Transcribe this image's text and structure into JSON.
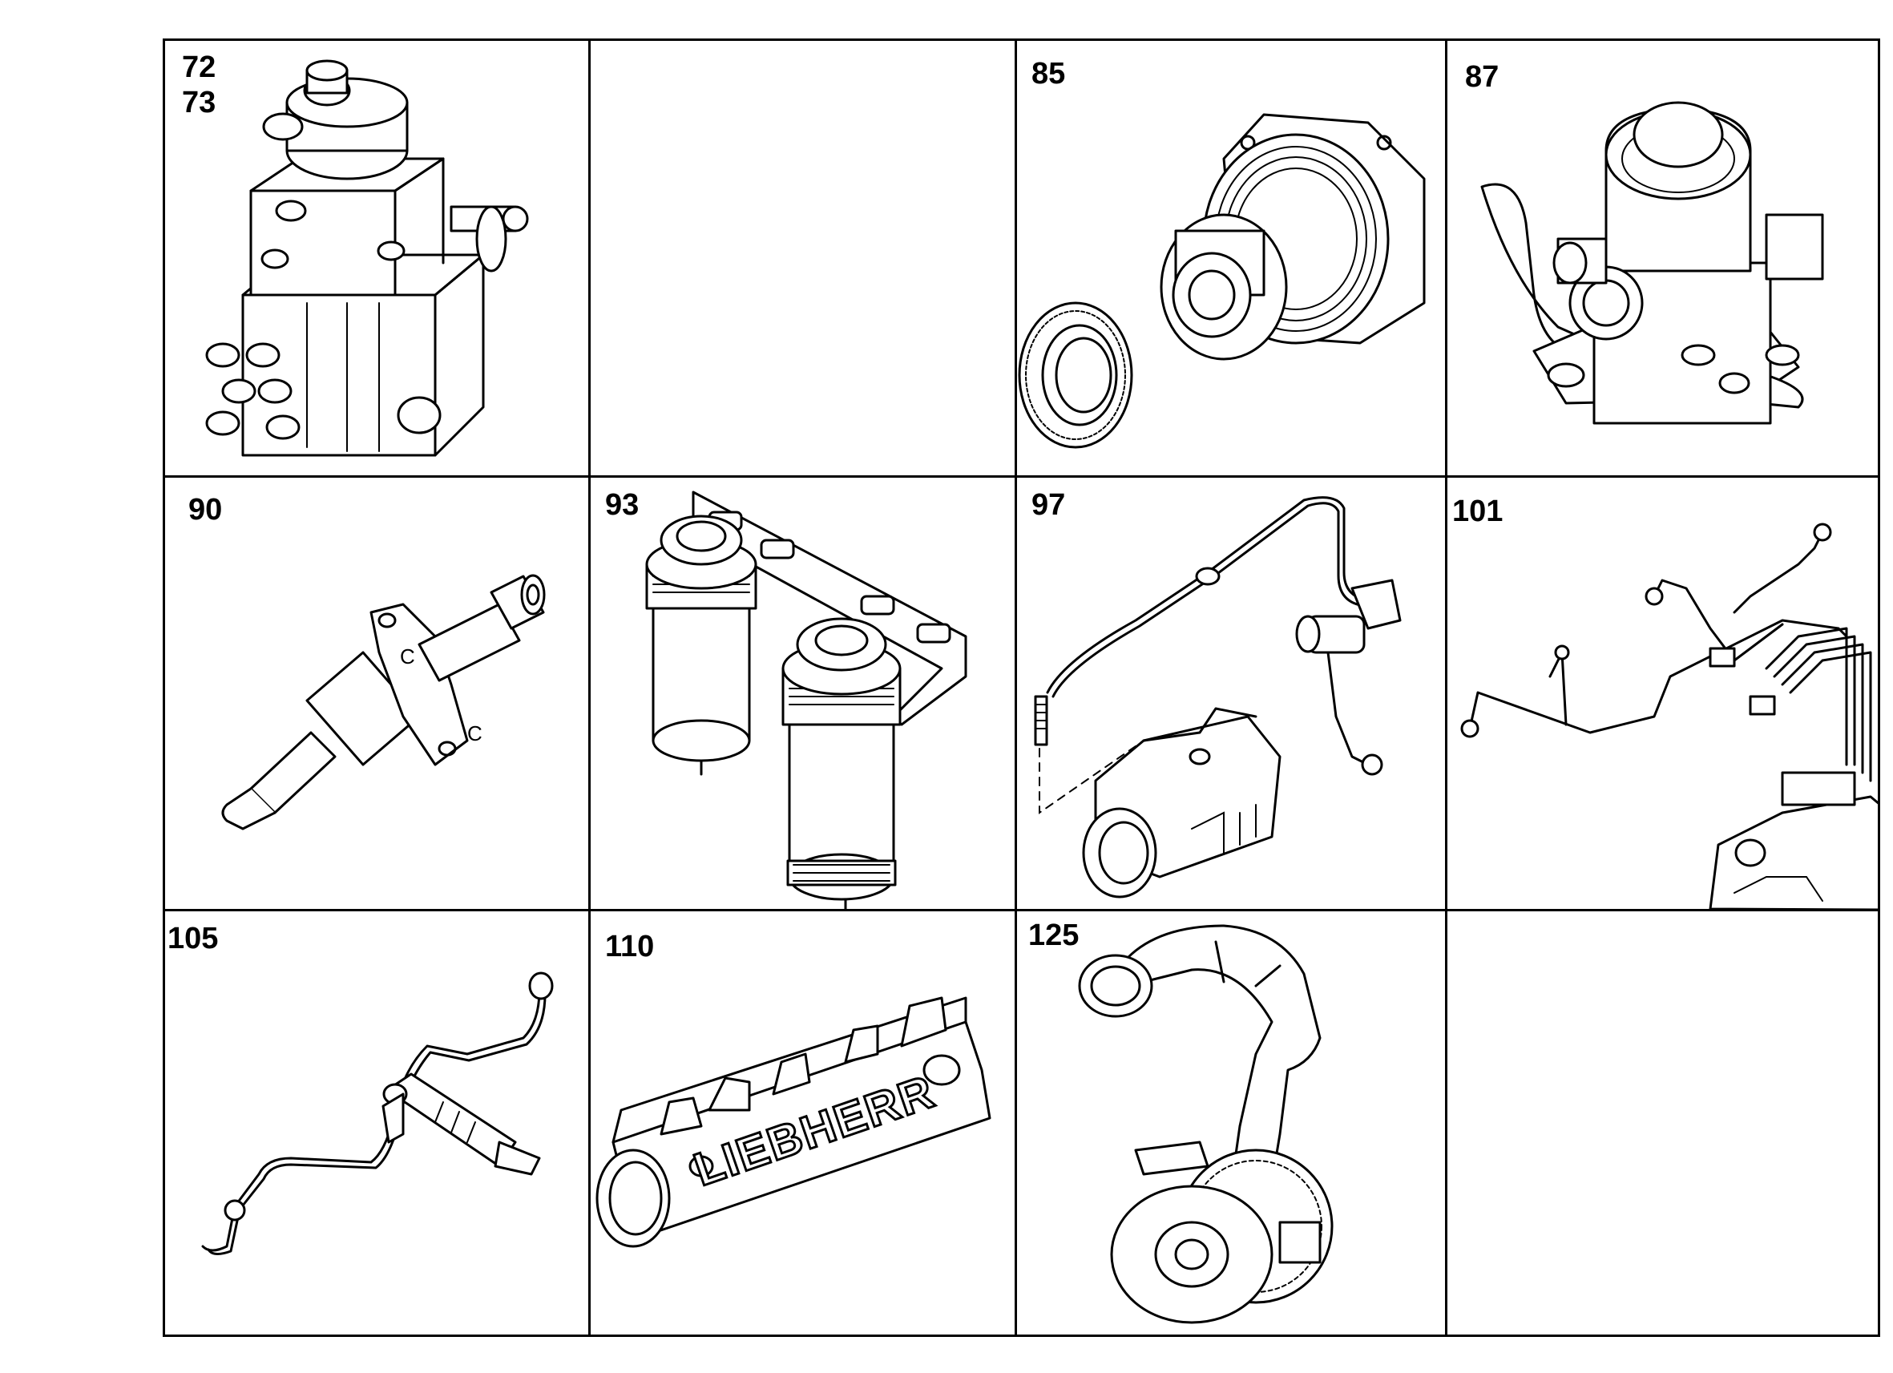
{
  "sheet": {
    "cells": [
      {
        "label": "72\n73",
        "part": "injection-pump"
      },
      {
        "label": "",
        "part": "empty"
      },
      {
        "label": "85",
        "part": "pulley-and-gear"
      },
      {
        "label": "87",
        "part": "fuel-feed-pump"
      },
      {
        "label": "90",
        "part": "injector"
      },
      {
        "label": "93",
        "part": "fuel-filter"
      },
      {
        "label": "97",
        "part": "fuel-line-with-solenoid"
      },
      {
        "label": "101",
        "part": "injection-lines"
      },
      {
        "label": "105",
        "part": "injector-with-line"
      },
      {
        "label": "110",
        "part": "intake-manifold"
      },
      {
        "label": "125",
        "part": "turbocharger"
      },
      {
        "label": "",
        "part": "empty"
      }
    ],
    "manifold_lettering": "LIEBHERR"
  }
}
